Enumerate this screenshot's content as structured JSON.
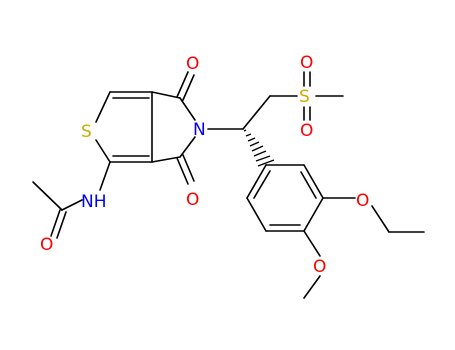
{
  "molecule": {
    "atoms": {
      "sulfur_ring": "S",
      "oxygen_top": "O",
      "oxygen_bottom": "O",
      "nitrogen_ring": "N",
      "nitrogen_amide": "NH",
      "oxygen_amide": "O",
      "sulfonyl_sulfur": "S",
      "sulfonyl_oxygen_top": "O",
      "sulfonyl_oxygen_bottom": "O",
      "ether_oxygen_ethoxy": "O",
      "ether_oxygen_methoxy": "O"
    }
  },
  "colors": {
    "bond": "#000000",
    "oxygen": "#ff0000",
    "nitrogen": "#0000ff",
    "sulfur": "#d2aa00"
  }
}
